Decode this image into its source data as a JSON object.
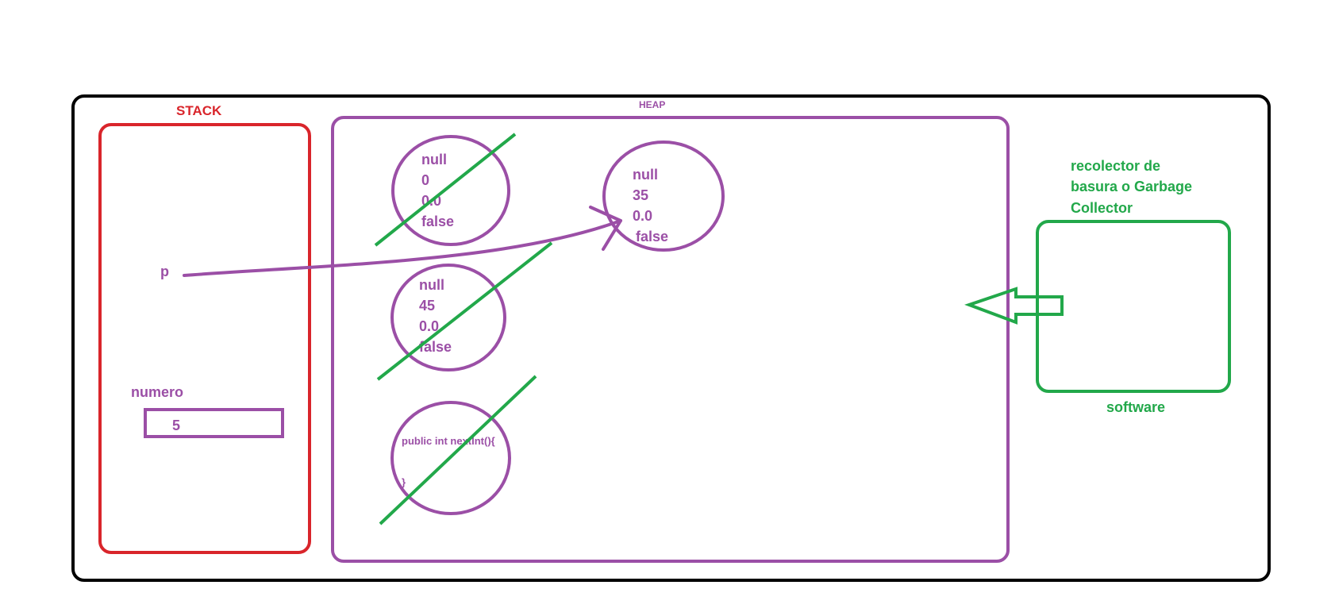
{
  "colors": {
    "outer": "#000000",
    "stack": "#d9252b",
    "heap": "#9b4fa6",
    "gc": "#22a84a"
  },
  "stack": {
    "title": "STACK",
    "var_p": "p",
    "var_numero": "numero",
    "numero_value": "5"
  },
  "heap": {
    "title": "HEAP",
    "obj1": [
      "null",
      "0",
      "0.0",
      "false"
    ],
    "obj2": [
      "null",
      "45",
      "0.0",
      "false"
    ],
    "obj3": {
      "line1": "public int nextInt(){",
      "line2": "}"
    },
    "obj4": [
      "null",
      "35",
      "0.0",
      "false"
    ]
  },
  "gc": {
    "label_lines": [
      "recolector de",
      "basura o Garbage",
      "Collector"
    ],
    "box_label": "software"
  }
}
